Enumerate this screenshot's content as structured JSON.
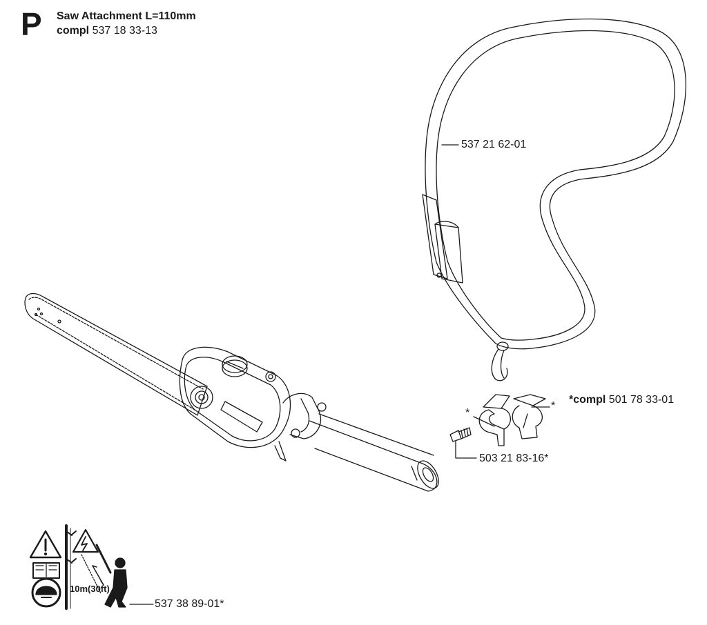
{
  "header": {
    "section_letter": "P",
    "title": "Saw Attachment L=110mm",
    "subtitle_bold": "compl",
    "subtitle_part": "537 18 33-13"
  },
  "callouts": {
    "harness": "537 21 62-01",
    "bracket_kit_prefix": "*compl",
    "bracket_kit_part": "501 78 33-01",
    "screw": "503 21 83-16*",
    "decal": "537 38 89-01*",
    "asterisk_left": "*",
    "asterisk_right": "*"
  },
  "decal": {
    "distance_text": "10m(30ft)"
  },
  "icons": [
    "warning-triangle-icon",
    "electric-hazard-icon",
    "manual-book-icon",
    "helmet-icon",
    "operator-figure-icon"
  ]
}
